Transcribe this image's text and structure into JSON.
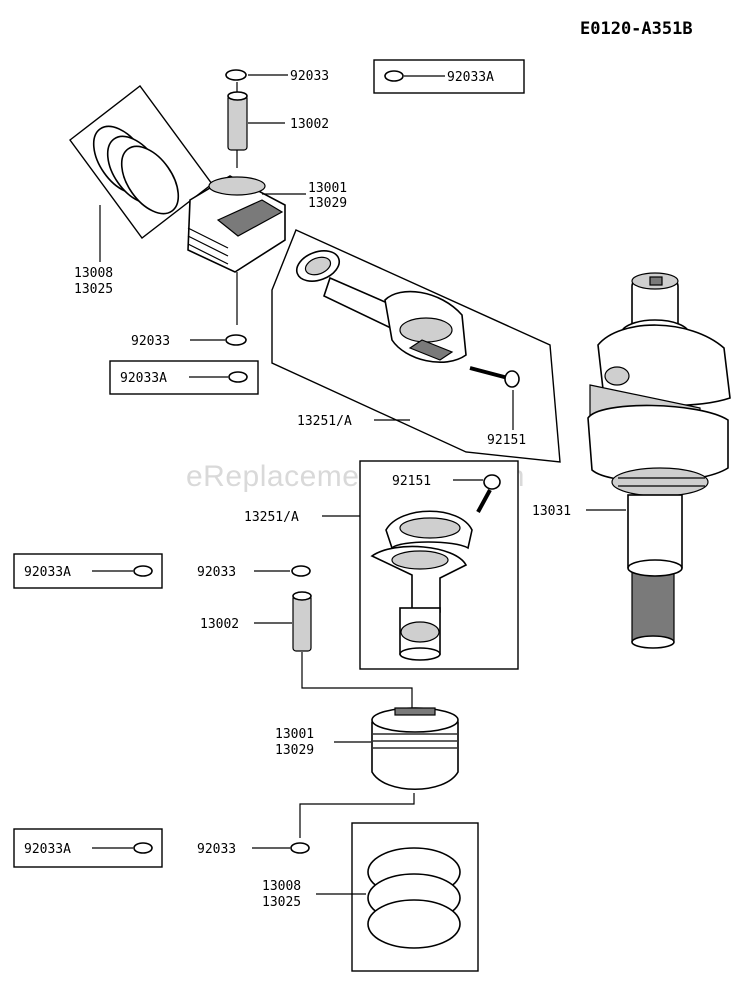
{
  "diagram_id": "E0120-A351B",
  "watermark": "eReplacementParts.com",
  "labels": {
    "top_snap_ring": "92033",
    "top_snap_ring_kit": "92033A",
    "top_pin": "13002",
    "top_piston_a": "13001",
    "top_piston_b": "13029",
    "top_rings_a": "13008",
    "top_rings_b": "13025",
    "top_lower_snap_ring": "92033",
    "top_lower_snap_ring_kit": "92033A",
    "top_rod": "13251/A",
    "top_bolt": "92151",
    "crankshaft": "13031",
    "bottom_bolt": "92151",
    "bottom_rod": "13251/A",
    "bottom_snap_ring_kit_1": "92033A",
    "bottom_snap_ring_1": "92033",
    "bottom_pin": "13002",
    "bottom_piston_a": "13001",
    "bottom_piston_b": "13029",
    "bottom_snap_ring_kit_2": "92033A",
    "bottom_snap_ring_2": "92033",
    "bottom_rings_a": "13008",
    "bottom_rings_b": "13025"
  }
}
